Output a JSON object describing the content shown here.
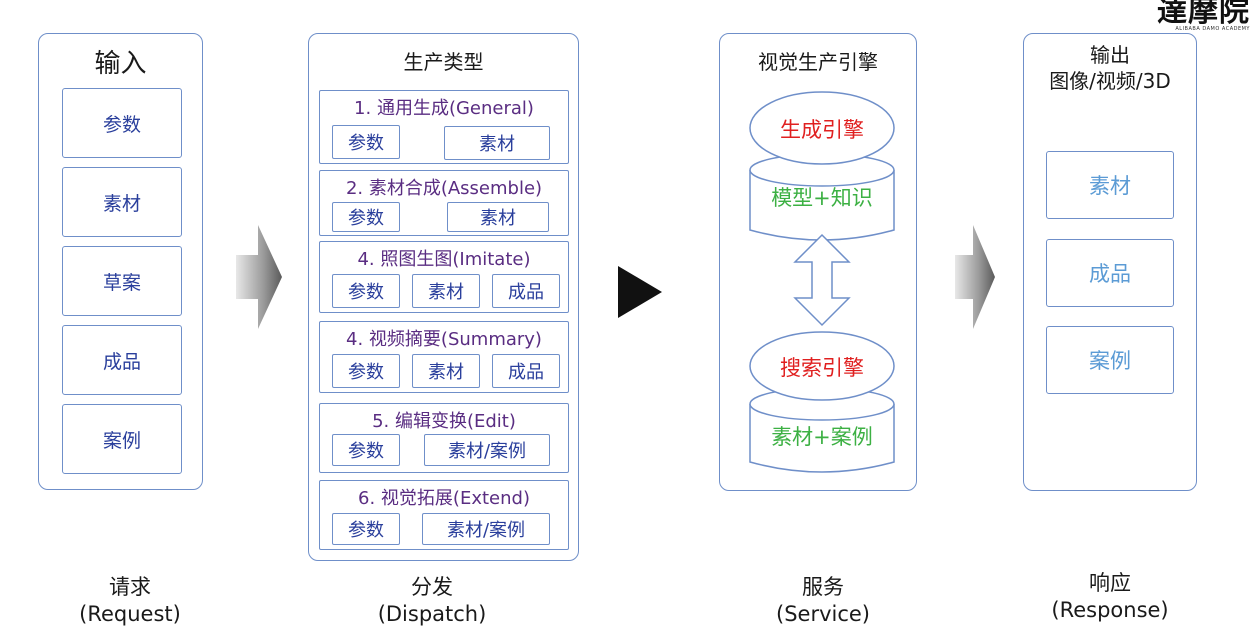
{
  "logo": {
    "main": "達摩院",
    "sub": "ALIBABA DAMO ACADEMY"
  },
  "input": {
    "title": "输入",
    "items": [
      "参数",
      "素材",
      "草案",
      "成品",
      "案例"
    ],
    "caption_cn": "请求",
    "caption_en": "(Request)"
  },
  "dispatch": {
    "title": "生产类型",
    "rows": [
      {
        "label": "1. 通用生成(General)",
        "chips": [
          "参数",
          "素材"
        ]
      },
      {
        "label": "2. 素材合成(Assemble)",
        "chips": [
          "参数",
          "素材"
        ]
      },
      {
        "label": "4. 照图生图(Imitate)",
        "chips": [
          "参数",
          "素材",
          "成品"
        ]
      },
      {
        "label": "4. 视频摘要(Summary)",
        "chips": [
          "参数",
          "素材",
          "成品"
        ]
      },
      {
        "label": "5. 编辑变换(Edit)",
        "chips": [
          "参数",
          "素材/案例"
        ]
      },
      {
        "label": "6. 视觉拓展(Extend)",
        "chips": [
          "参数",
          "素材/案例"
        ]
      }
    ],
    "caption_cn": "分发",
    "caption_en": "(Dispatch)"
  },
  "service": {
    "title": "视觉生产引擎",
    "engine1_top": "生成引擎",
    "engine1_base": "模型+知识",
    "engine2_top": "搜索引擎",
    "engine2_base": "素材+案例",
    "caption_cn": "服务",
    "caption_en": "(Service)"
  },
  "output": {
    "title_line1": "输出",
    "title_line2": "图像/视频/3D",
    "items": [
      "素材",
      "成品",
      "案例"
    ],
    "caption_cn": "响应",
    "caption_en": "(Response)"
  },
  "colors": {
    "border": "#6f8fc9",
    "input_text": "#2a3f9c",
    "row_label": "#5a2d82",
    "engine_red": "#e02020",
    "engine_green": "#3cb043",
    "output_text": "#5b9bd5"
  }
}
